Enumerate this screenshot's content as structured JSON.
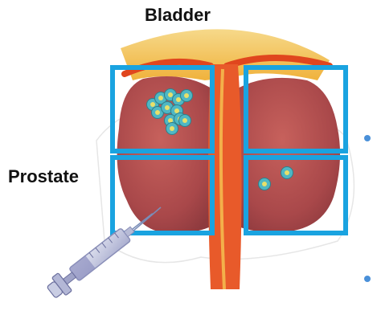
{
  "labels": {
    "bladder": "Bladder",
    "prostate": "Prostate"
  },
  "colors": {
    "grid_stroke": "#1aa3e0",
    "tissue": "#b5524f",
    "urethra": "#e0461e",
    "bladder_fat": "#f2c84a",
    "cell_fill": "#4fb7c4",
    "cell_core": "#e8e06a",
    "syringe_barrel": "#c9cde3",
    "syringe_plunger": "#8c8fbf",
    "bullet": "#4a90d9"
  },
  "diagram": {
    "quadrants": [
      "upper-left",
      "upper-right",
      "lower-left",
      "lower-right"
    ],
    "cell_counts": {
      "upper-left": 12,
      "upper-right": 0,
      "lower-left": 0,
      "lower-right": 2
    },
    "icons": [
      "syringe-icon"
    ]
  }
}
